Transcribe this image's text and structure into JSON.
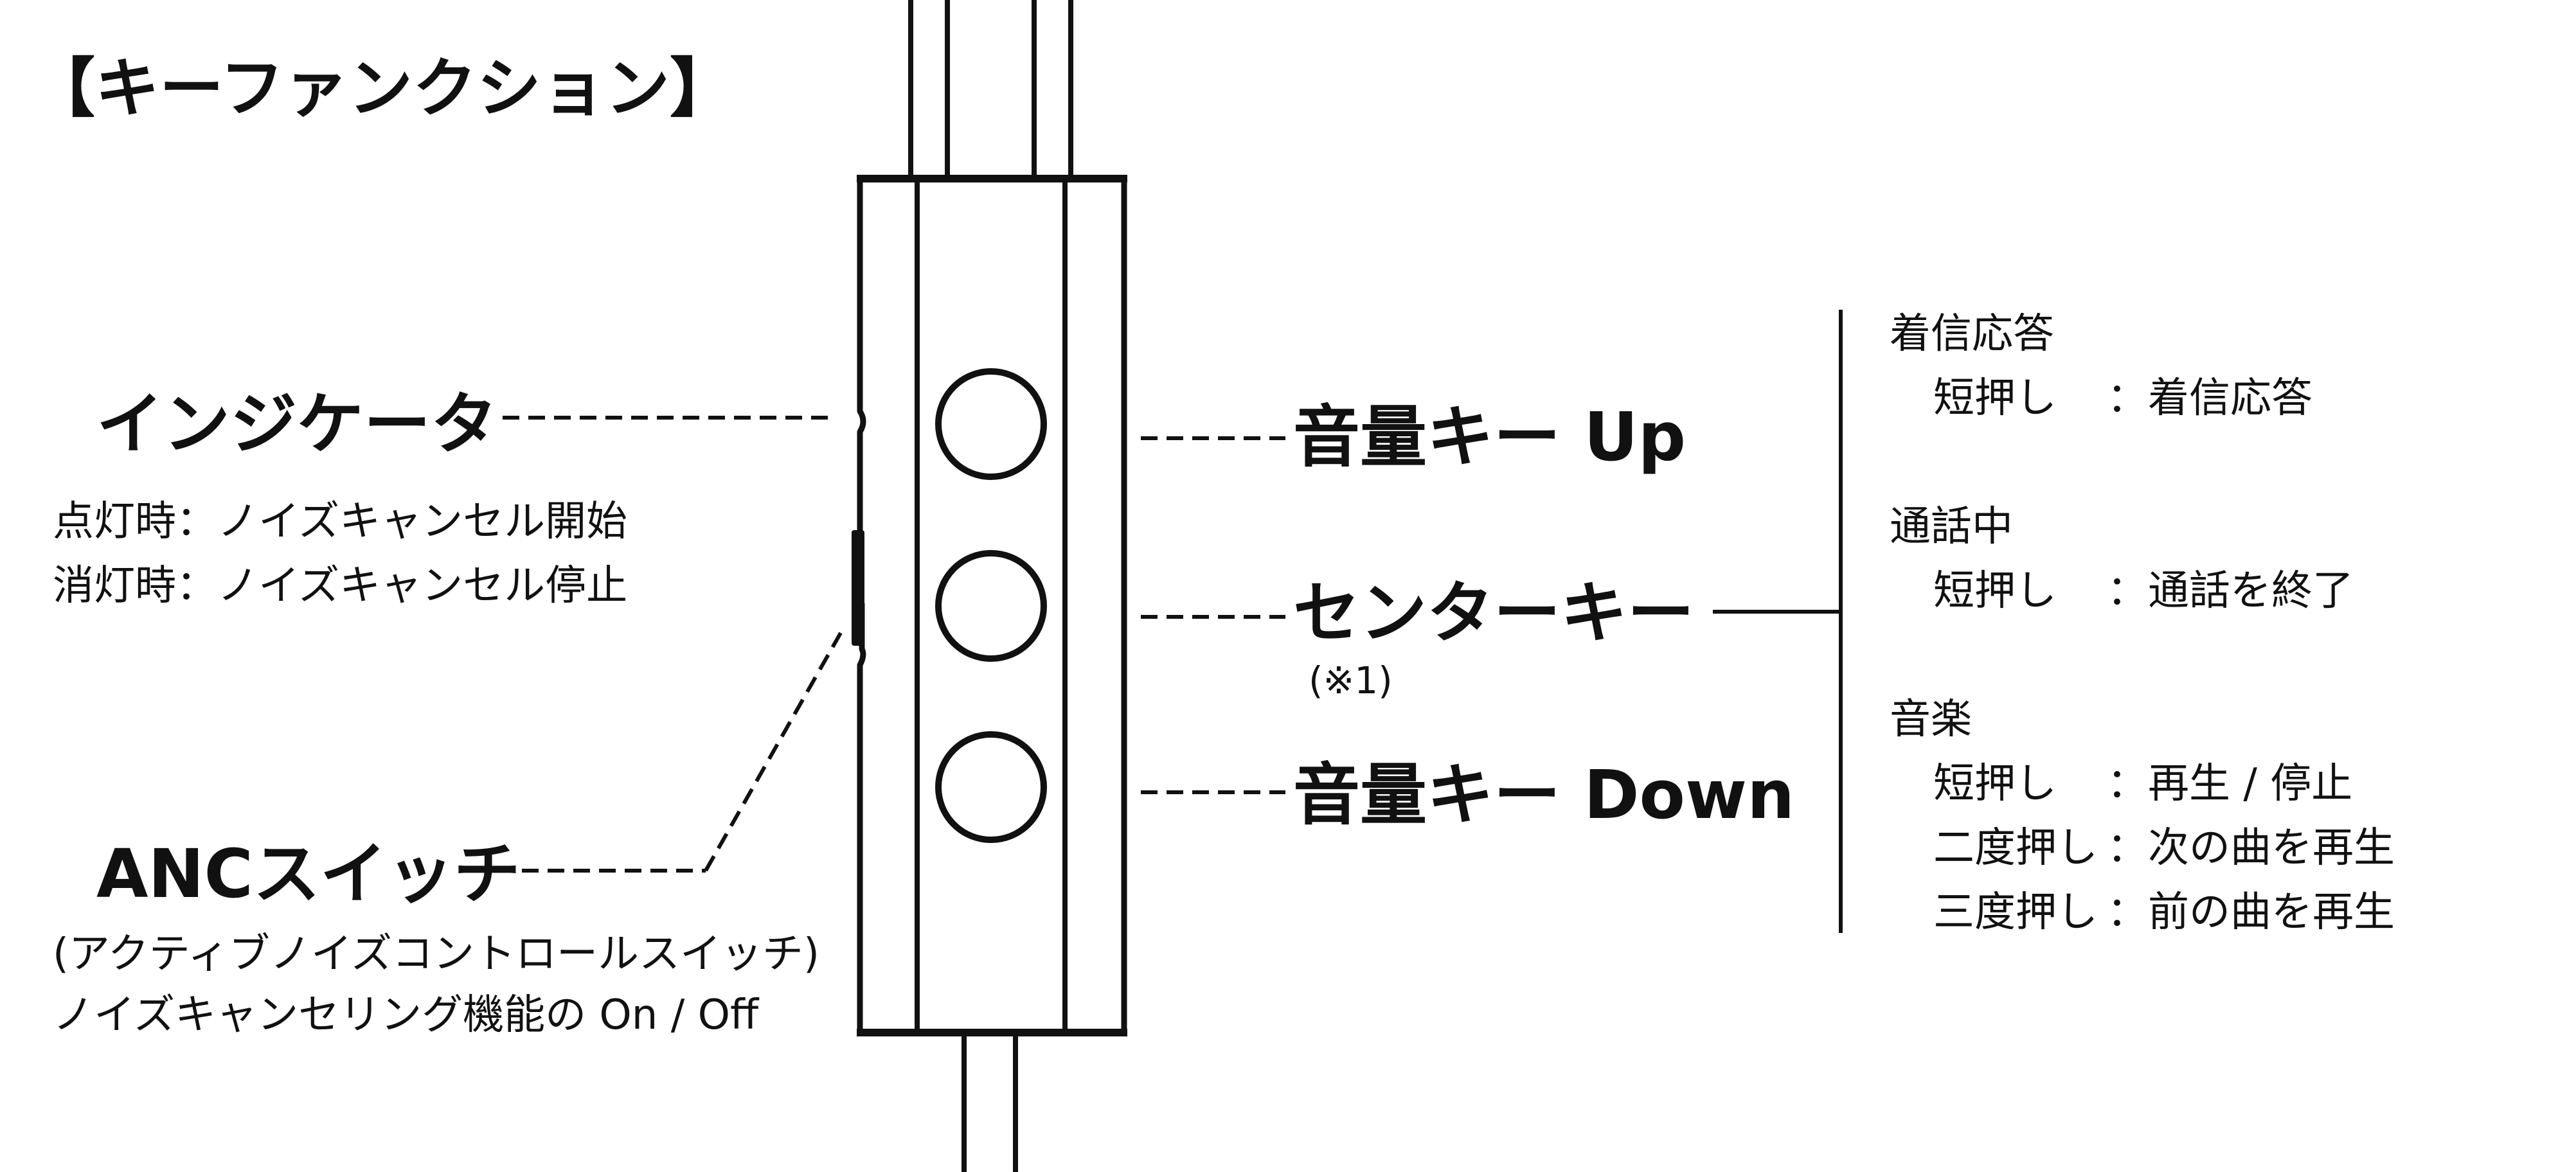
{
  "title": "【キーファンクション】",
  "colors": {
    "ink": "#111111",
    "background": "#ffffff"
  },
  "remote": {
    "indicator": {
      "label": "インジケータ",
      "desc_on": "点灯時：ノイズキャンセル開始",
      "desc_off": "消灯時：ノイズキャンセル停止"
    },
    "anc_switch": {
      "label": "ANCスイッチ",
      "sub": "(アクティブノイズコントロールスイッチ)",
      "desc": "ノイズキャンセリング機能の On / Off"
    },
    "volume_up": {
      "label": "音量キー Up"
    },
    "center_key": {
      "label": "センターキー",
      "note": "(※1)"
    },
    "volume_down": {
      "label": "音量キー Down"
    }
  },
  "center_functions": [
    {
      "heading": "着信応答",
      "items": [
        {
          "action": "短押し",
          "result": "：着信応答"
        }
      ]
    },
    {
      "heading": "通話中",
      "items": [
        {
          "action": "短押し",
          "result": "：通話を終了"
        }
      ]
    },
    {
      "heading": "音楽",
      "items": [
        {
          "action": "短押し",
          "result": "：再生 / 停止"
        },
        {
          "action": "二度押し",
          "result": "：次の曲を再生"
        },
        {
          "action": "三度押し",
          "result": "：前の曲を再生"
        }
      ]
    }
  ]
}
